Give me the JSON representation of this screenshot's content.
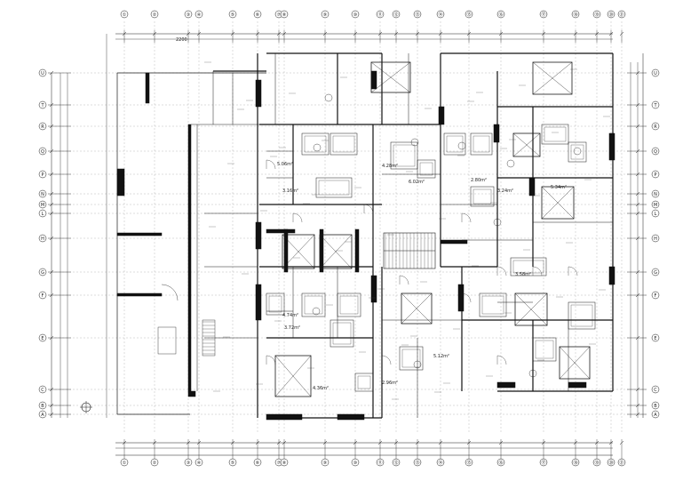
{
  "drawing": {
    "type": "architectural floor plan",
    "line_color": "#1a1a1a",
    "wall_color": "#111111",
    "background": "#ffffff",
    "grid_columns_top": [
      "①",
      "②",
      "③",
      "④",
      "⑤",
      "⑥",
      "⑦",
      "⑧",
      "⑨",
      "⑩",
      "⑪",
      "⑫",
      "⑬",
      "⑭",
      "⑮",
      "⑯",
      "⑰",
      "⑱",
      "⑲",
      "⑳",
      "㉑"
    ],
    "grid_columns_bottom": [
      "①",
      "②",
      "③",
      "④",
      "⑤",
      "⑥",
      "⑦",
      "⑧",
      "⑨",
      "⑩",
      "⑪",
      "⑫",
      "⑬",
      "⑭",
      "⑮",
      "⑯",
      "⑰",
      "⑱",
      "⑲",
      "⑳",
      "㉑"
    ],
    "grid_rows_left": [
      "U",
      "T",
      "R",
      "Q",
      "P",
      "N",
      "M",
      "L",
      "H",
      "G",
      "F",
      "E",
      "C",
      "B",
      "A"
    ],
    "grid_rows_right": [
      "U",
      "T",
      "R",
      "Q",
      "P",
      "N",
      "M",
      "L",
      "H",
      "G",
      "F",
      "E",
      "C",
      "B",
      "A"
    ],
    "room_area_labels": [
      "5.06m²",
      "3.16m²",
      "4.28m²",
      "6.02m²",
      "2.80m²",
      "3.24m²",
      "5.34m²",
      "4.74m²",
      "3.72m²",
      "4.36m²",
      "2.96m²",
      "5.12m²",
      "3.58m²"
    ],
    "dimension_total": "2200"
  }
}
